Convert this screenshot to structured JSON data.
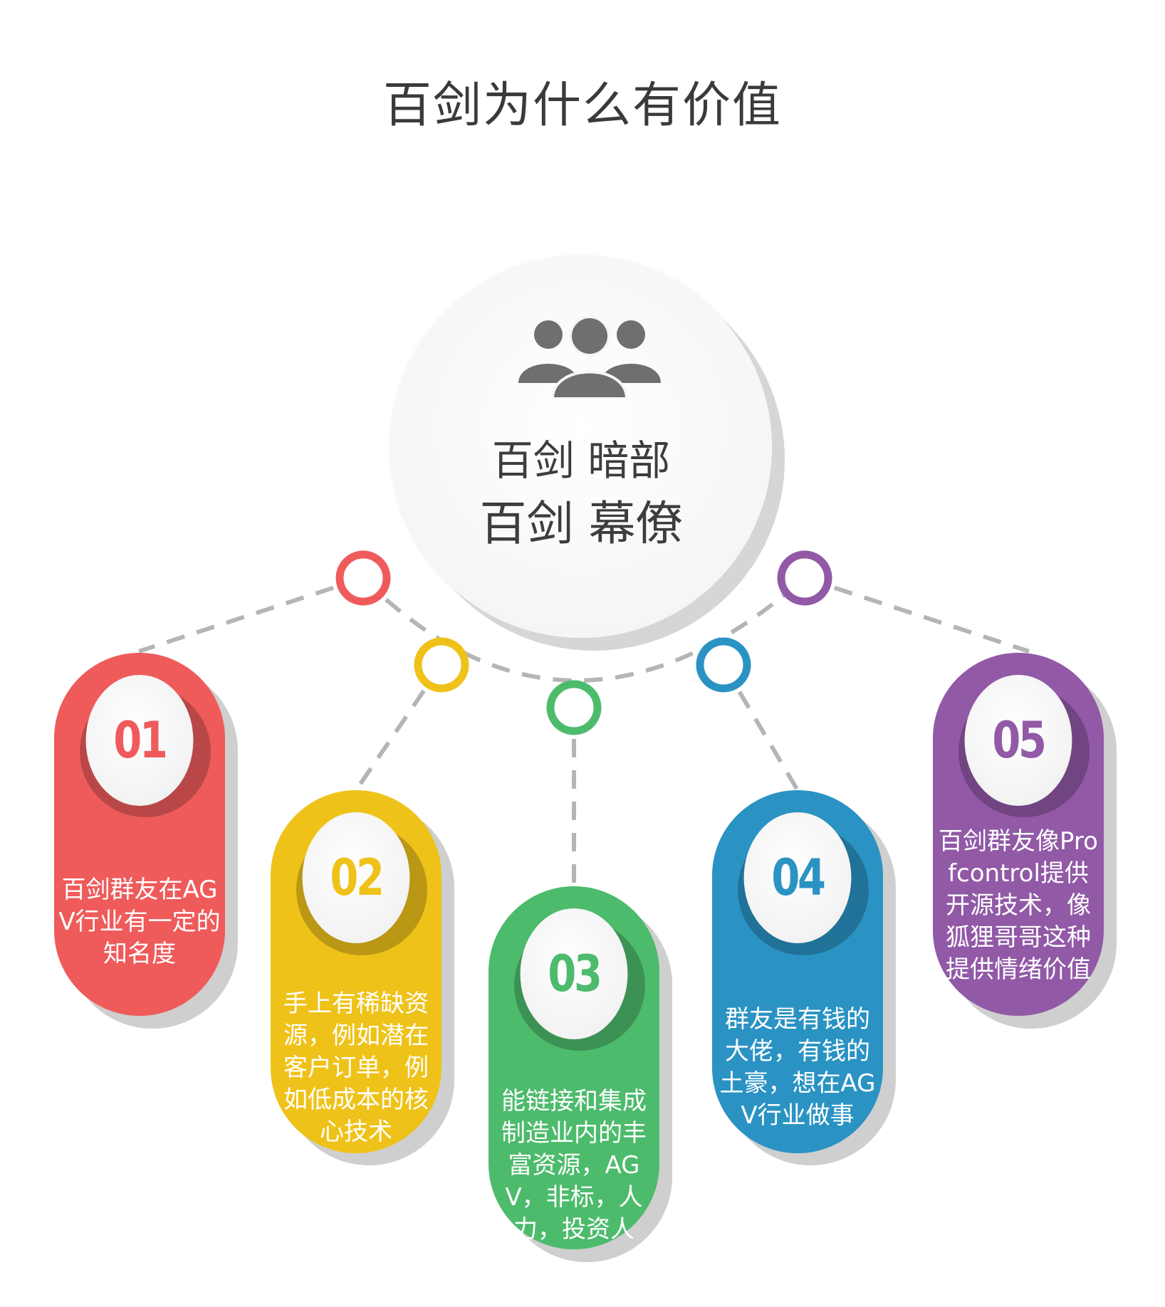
{
  "title": "百剑为什么有价值",
  "center": {
    "icon": "group-users-icon",
    "line1": "百剑 暗部",
    "line2": "百剑 幕僚"
  },
  "items": [
    {
      "number": "01",
      "color": "#ef5b5b",
      "text": "百剑群友在AGV行业有一定的知名度"
    },
    {
      "number": "02",
      "color": "#efc21a",
      "text": "手上有稀缺资源，例如潜在客户订单，例如低成本的核心技术"
    },
    {
      "number": "03",
      "color": "#4dbb6c",
      "text": "能链接和集成制造业内的丰富资源，AGV，非标，人力，投资人"
    },
    {
      "number": "04",
      "color": "#2b93c3",
      "text": "群友是有钱的大佬，有钱的土豪，想在AGV行业做事"
    },
    {
      "number": "05",
      "color": "#9159a6",
      "text": "百剑群友像Profcontrol提供开源技术，像狐狸哥哥这种提供情绪价值"
    }
  ]
}
